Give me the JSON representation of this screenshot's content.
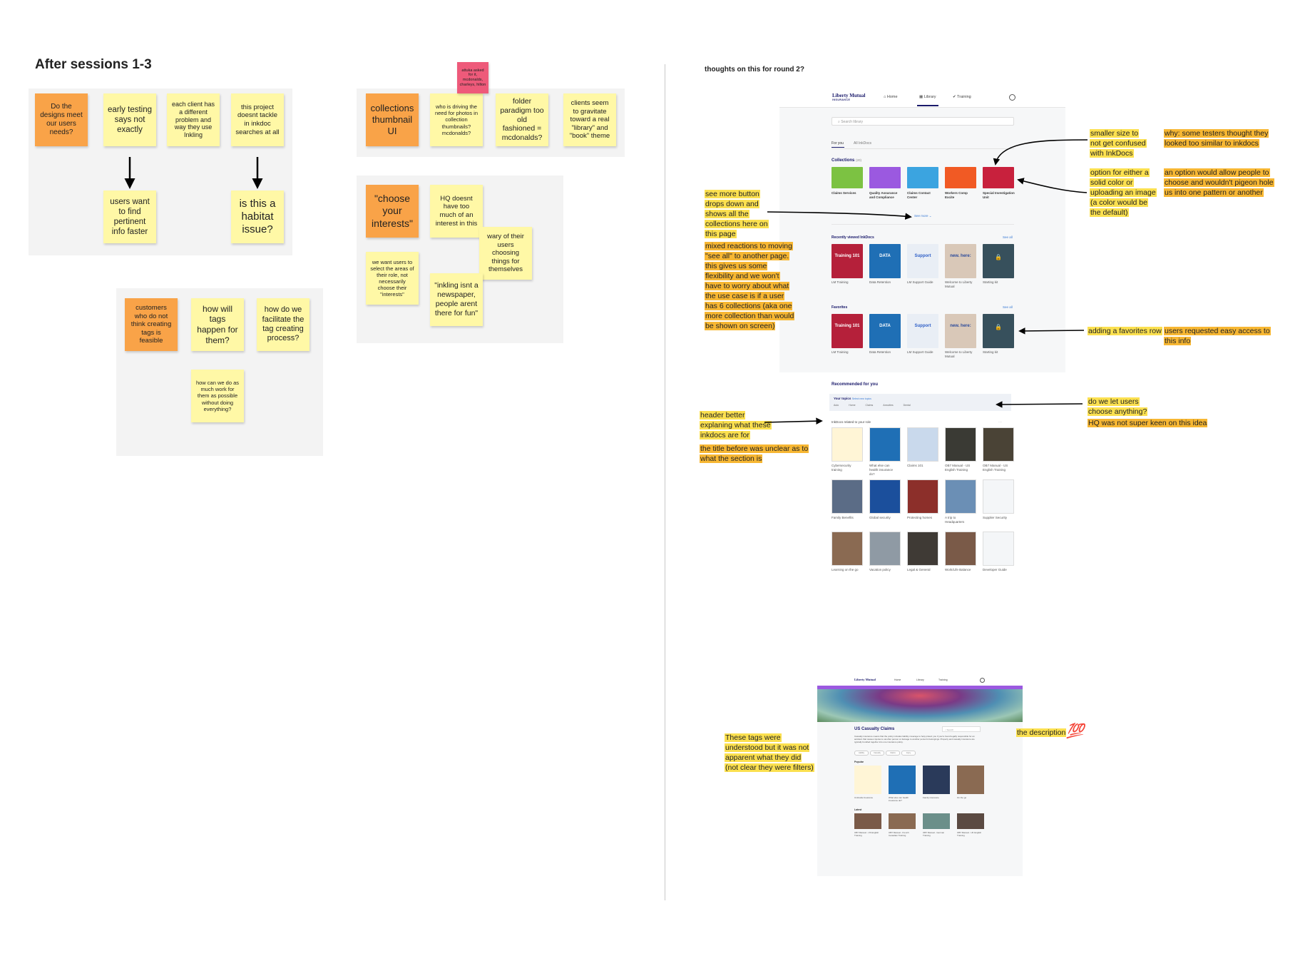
{
  "left": {
    "title": "After sessions 1-3",
    "board1": {
      "stickies": [
        "Do the designs meet our users needs?",
        "early testing says not exactly",
        "each client has a different problem and way they use Inkling",
        "this project doesnt tackle in inkdoc searches at all",
        "users want to find pertinent info faster",
        "is this a habitat issue?"
      ]
    },
    "board2": {
      "stickies": [
        "collections thumbnail UI",
        "who is driving the need for photos in collection thumbnails? mcdonalds?",
        "folder paradigm too old fashioned = mcdonalds?",
        "clients seem to gravitate toward a real \"library\" and \"book\" theme"
      ],
      "pink_note": "attuka asked for it, mcdonalds, charleys, hilton"
    },
    "board3": {
      "stickies": [
        "\"choose your interests\"",
        "HQ doesnt have too much of an interest in this",
        "wary of their users choosing things for themselves",
        "we want users to select the areas of their role, not necessarily choose their \"interests\"",
        "\"inkling isnt a newspaper, people arent there for fun\""
      ]
    },
    "board4": {
      "stickies": [
        "customers who do not think creating tags is feasible",
        "how will tags happen for them?",
        "how do we facilitate the tag creating process?",
        "how can we do as much work for them as possible without doing everything?"
      ]
    }
  },
  "right": {
    "title": "thoughts on this for round 2?",
    "mockup1": {
      "brand": "Liberty Mutual",
      "brand_sub": "INSURANCE",
      "nav": [
        "Home",
        "Library",
        "Training"
      ],
      "search_placeholder": "Search library",
      "tabs": [
        "For you",
        "All InkDocs"
      ],
      "collections_heading": "Collections",
      "collections_count": "(20)",
      "collections": [
        {
          "label": "Claims Services",
          "color": "#7cc242"
        },
        {
          "label": "Quality Assurance and Compliance",
          "color": "#9b59e0"
        },
        {
          "label": "Claims Contact Center",
          "color": "#3ba4e0"
        },
        {
          "label": "Workers Comp Excite",
          "color": "#f15a24"
        },
        {
          "label": "Special Investigation Unit",
          "color": "#c8213d"
        }
      ],
      "see_more": "See more",
      "recent_heading": "Recently viewed InkDocs",
      "favorites_heading": "Favorites",
      "see_all": "See all",
      "doc_cards": [
        "LM Training",
        "Data Retention",
        "LM Support Guide",
        "Welcome to Liberty Mutual",
        "Starting kit"
      ],
      "recommended_heading": "Recommended for you",
      "your_topics": "Your topics",
      "select_topics": "Select new topics",
      "topics": [
        "Auto",
        "Home",
        "Claims",
        "Annuities",
        "Dental"
      ],
      "inkdocs_related": "InkDocs related to your role",
      "grid_captions": [
        "Cybersecurity training",
        "What else can health insurance do?",
        "Claims 101",
        "OB7 Manual - US English Training",
        "OB7 Manual - US English Training",
        "Family Benefits",
        "Global security",
        "Protecting homes",
        "A trip to Headquarters",
        "Supplier Security",
        "Learning on the go",
        "Vacation policy",
        "Legal & General",
        "Work/Life Balance",
        "Developer Guide"
      ]
    },
    "mockup2": {
      "nav": [
        "Home",
        "Library",
        "Training"
      ],
      "title": "US Casualty Claims",
      "search_placeholder": "Search",
      "description": "Casualty insurance means that the policy includes liability coverage to help protect you if you're found legally responsible for an accident that causes injuries to another person or damage to another person's belongings. Property and casualty insurance are typically bundled together into one insurance policy.",
      "tags": [
        "Liability",
        "Casualty",
        "Claims",
        "Injury"
      ],
      "section1": "Popular",
      "section2": "Latest",
      "captions1": [
        "Umbrella Insurance",
        "What else can health insurance do?",
        "Family insurance",
        "On the go"
      ],
      "captions2": [
        "OB7 Manual - US English Training",
        "OB7 Manual - French Canadian Training",
        "OB7 Manual - German Training",
        "OB7 Manual - UK English Training"
      ]
    },
    "annotations": {
      "smaller_size": "smaller size to not get confused with InkDocs",
      "why_similar": "why: some testers thought they looked too similar to inkdocs",
      "option_color": "option for either a solid color or uploading an image (a color would be the default)",
      "option_allow": "an option would allow people to choose and wouldn't pigeon hole us into one pattern or another",
      "see_more_note": "see more button drops down and shows all the collections here on this page",
      "mixed_reactions": "mixed reactions to moving \"see all\" to another page. this gives us some flexibility and we won't have to worry about what the use case is if a user has 6 collections (aka one more collection than would be shown on screen)",
      "favorites_row": "adding a favorites row",
      "users_requested": "users requested easy access to this info",
      "do_we_let": "do we let users choose anything?",
      "hq_not_keen": "HQ was not super keen on this idea",
      "header_better": "header better explaning what these inkdocs are for",
      "title_before": "the title before was unclear as to what the section is",
      "these_tags": "These tags were understood but it was not apparent what they did (not clear they were filters)",
      "the_description": "the description",
      "hundred_emoji": "💯"
    }
  }
}
